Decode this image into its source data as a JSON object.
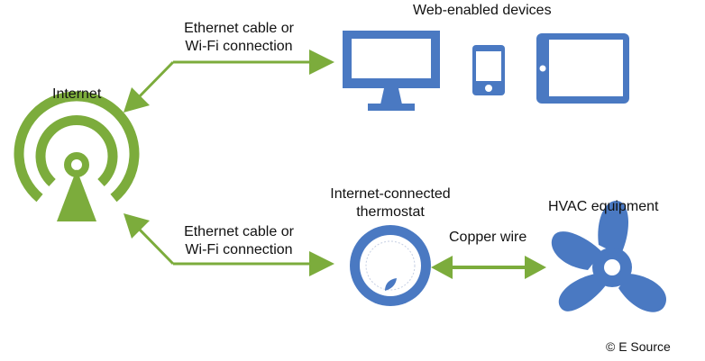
{
  "labels": {
    "internet": "Internet",
    "web_devices": "Web-enabled devices",
    "link_top_line1": "Ethernet cable or",
    "link_top_line2": "Wi-Fi connection",
    "link_bottom_line1": "Ethernet cable or",
    "link_bottom_line2": "Wi-Fi connection",
    "thermostat_line1": "Internet-connected",
    "thermostat_line2": "thermostat",
    "copper": "Copper wire",
    "hvac": "HVAC equipment",
    "copyright": "© E Source"
  },
  "colors": {
    "green": "#7cac3c",
    "blue": "#4a79c2",
    "text": "#111111"
  },
  "icons": [
    "broadcast-tower-icon",
    "desktop-monitor-icon",
    "smartphone-icon",
    "tablet-icon",
    "thermostat-icon",
    "fan-icon"
  ]
}
